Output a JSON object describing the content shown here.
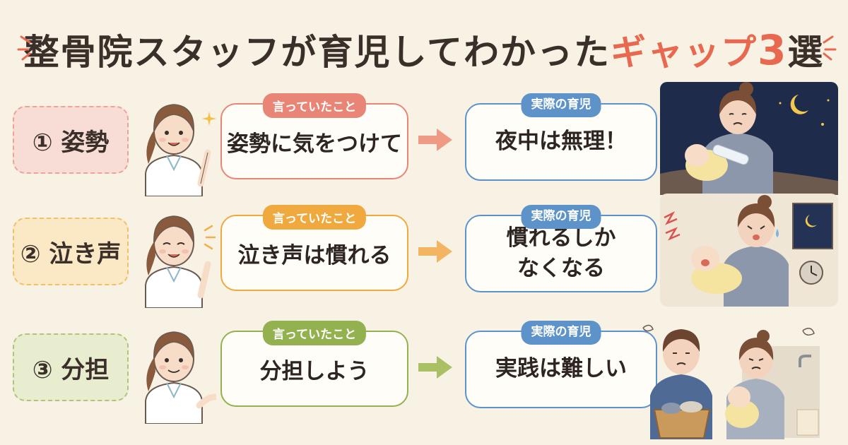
{
  "title": {
    "main": "整骨院スタッフが育児してわかった",
    "accent": "ギャップ",
    "number": "3",
    "suffix": "選"
  },
  "rows": [
    {
      "label": "① 姿勢",
      "said_tag": "言っていたこと",
      "said_text": "姿勢に気をつけて",
      "real_tag": "実際の育児",
      "real_line1": "夜中は無理！",
      "real_line2": "",
      "colors": {
        "label_bg": "#f8dcd6",
        "label_border": "#eba39a",
        "accent": "#e98577"
      }
    },
    {
      "label": "② 泣き声",
      "said_tag": "言っていたこと",
      "said_text": "泣き声は慣れる",
      "real_tag": "実際の育児",
      "real_line1": "慣れるしか",
      "real_line2": "なくなる",
      "colors": {
        "label_bg": "#fbe8c4",
        "label_border": "#f0c06a",
        "accent": "#efa93e"
      }
    },
    {
      "label": "③ 分担",
      "said_tag": "言っていたこと",
      "said_text": "分担しよう",
      "real_tag": "実際の育児",
      "real_line1": "実践は難しい",
      "real_line2": "",
      "colors": {
        "label_bg": "#e8edd0",
        "label_border": "#b3c37a",
        "accent": "#94b14f"
      }
    }
  ],
  "theme": {
    "real_accent": "#5e93c9",
    "title_accent": "#e8694f",
    "background": "#f8f2e5"
  },
  "icons": [
    "staff-illustration",
    "arrow-right-icon",
    "mother-feeding-at-night",
    "mother-with-crying-baby",
    "tired-parents-laundry"
  ]
}
